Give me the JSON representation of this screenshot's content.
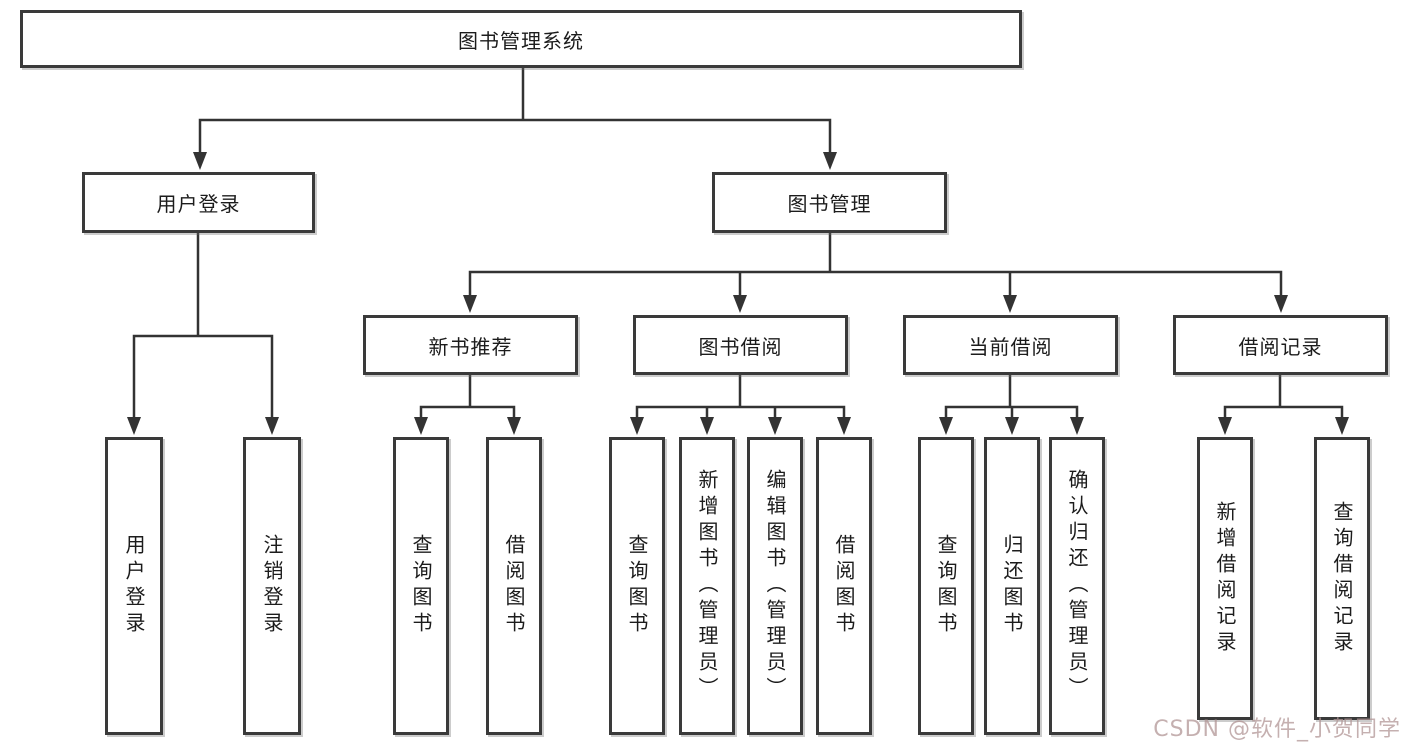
{
  "tree": {
    "root": {
      "label": "图书管理系统"
    },
    "level2": [
      {
        "id": "user-login",
        "label": "用户登录",
        "children": [
          "用户登录",
          "注销登录"
        ]
      },
      {
        "id": "book-management",
        "label": "图书管理"
      }
    ],
    "level3": [
      {
        "id": "new-book-recommend",
        "label": "新书推荐",
        "children": [
          "查询图书",
          "借阅图书"
        ]
      },
      {
        "id": "book-borrow",
        "label": "图书借阅",
        "children": [
          "查询图书",
          "新增图书（管理员）",
          "编辑图书（管理员）",
          "借阅图书"
        ]
      },
      {
        "id": "current-borrow",
        "label": "当前借阅",
        "children": [
          "查询图书",
          "归还图书",
          "确认归还（管理员）"
        ]
      },
      {
        "id": "borrow-records",
        "label": "借阅记录",
        "children": [
          "新增借阅记录",
          "查询借阅记录"
        ]
      }
    ]
  },
  "watermark": {
    "text": "CSDN @软件_小贺同学",
    "color": "#b29696"
  },
  "colors": {
    "line": "#333333",
    "box_border": "#3a3a3a",
    "box_fill": "#ffffff",
    "text": "#1c1c1c",
    "background": "#ffffff"
  }
}
